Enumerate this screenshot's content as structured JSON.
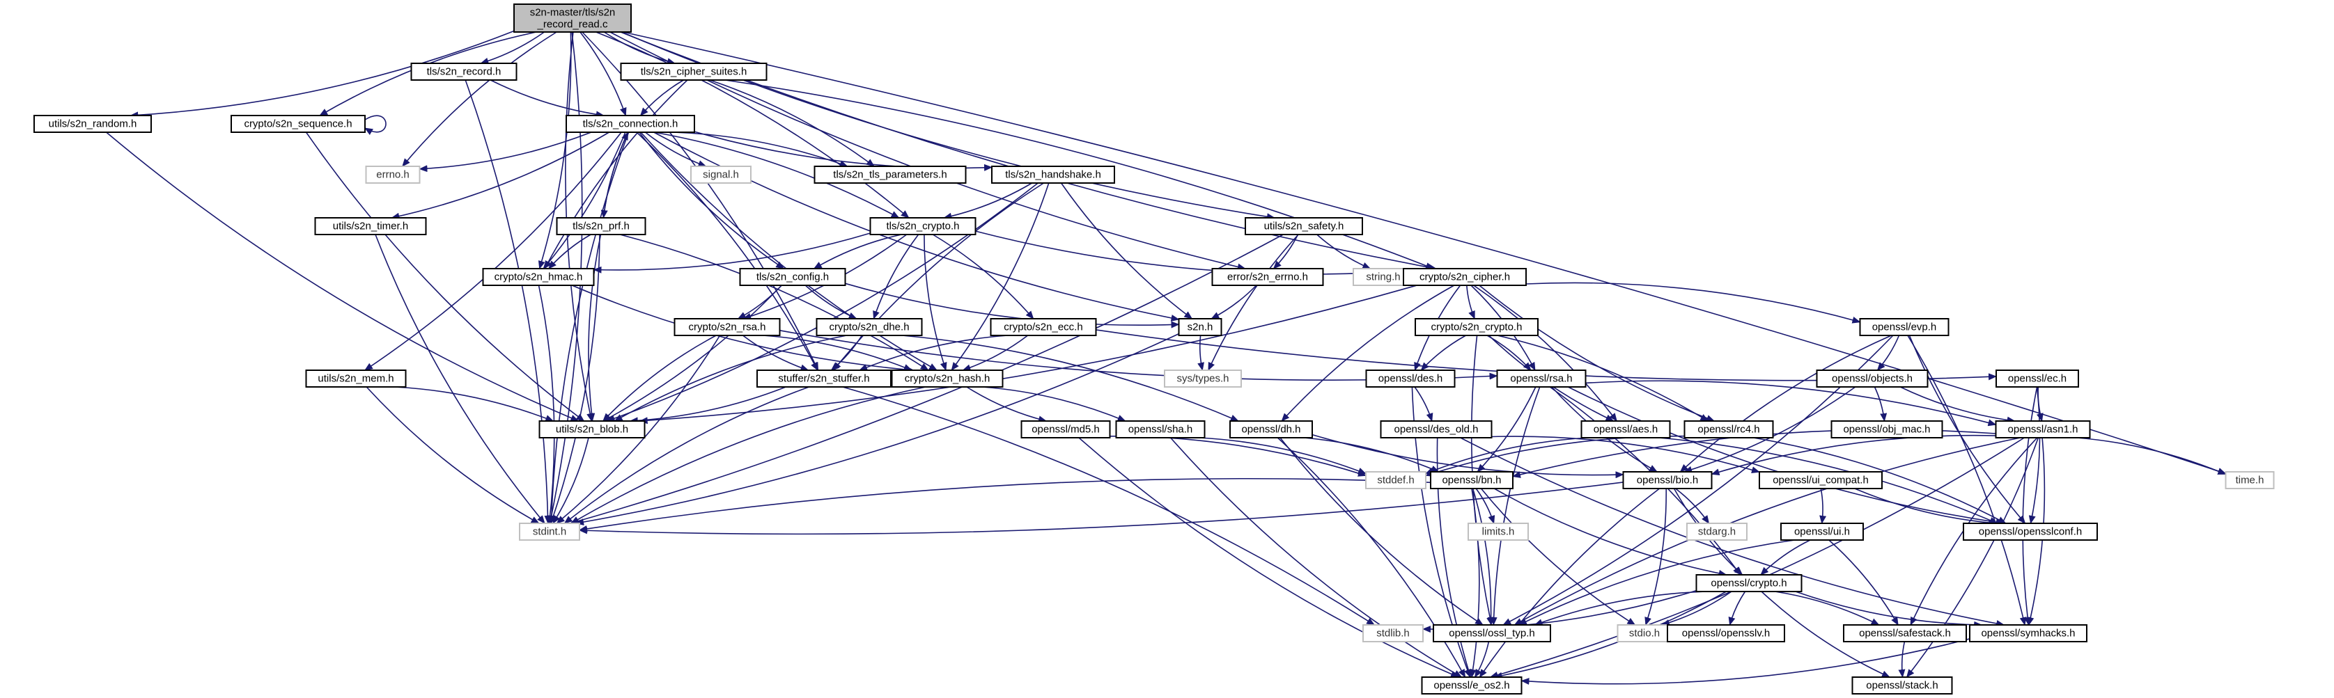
{
  "colors": {
    "edge": "#191970",
    "root_fill": "#bfbfbf",
    "system_border": "#bfbfbf",
    "node_border": "#000000"
  },
  "nodes": [
    {
      "id": "root",
      "lines": [
        "s2n-master/tls/s2n",
        "_record_read.c"
      ],
      "kind": "root"
    },
    {
      "id": "tls_record",
      "lines": [
        "tls/s2n_record.h"
      ],
      "kind": "project"
    },
    {
      "id": "tls_cipher_suites",
      "lines": [
        "tls/s2n_cipher_suites.h"
      ],
      "kind": "project"
    },
    {
      "id": "utils_random",
      "lines": [
        "utils/s2n_random.h"
      ],
      "kind": "project"
    },
    {
      "id": "crypto_sequence",
      "lines": [
        "crypto/s2n_sequence.h"
      ],
      "kind": "project"
    },
    {
      "id": "tls_connection",
      "lines": [
        "tls/s2n_connection.h"
      ],
      "kind": "project"
    },
    {
      "id": "errno",
      "lines": [
        "errno.h"
      ],
      "kind": "system"
    },
    {
      "id": "signal",
      "lines": [
        "signal.h"
      ],
      "kind": "system"
    },
    {
      "id": "tls_parameters",
      "lines": [
        "tls/s2n_tls_parameters.h"
      ],
      "kind": "project"
    },
    {
      "id": "tls_handshake",
      "lines": [
        "tls/s2n_handshake.h"
      ],
      "kind": "project"
    },
    {
      "id": "utils_safety",
      "lines": [
        "utils/s2n_safety.h"
      ],
      "kind": "project"
    },
    {
      "id": "utils_timer",
      "lines": [
        "utils/s2n_timer.h"
      ],
      "kind": "project"
    },
    {
      "id": "tls_prf",
      "lines": [
        "tls/s2n_prf.h"
      ],
      "kind": "project"
    },
    {
      "id": "tls_crypto",
      "lines": [
        "tls/s2n_crypto.h"
      ],
      "kind": "project"
    },
    {
      "id": "string",
      "lines": [
        "string.h"
      ],
      "kind": "system"
    },
    {
      "id": "error_errno",
      "lines": [
        "error/s2n_errno.h"
      ],
      "kind": "project"
    },
    {
      "id": "crypto_cipher",
      "lines": [
        "crypto/s2n_cipher.h"
      ],
      "kind": "project"
    },
    {
      "id": "crypto_hmac",
      "lines": [
        "crypto/s2n_hmac.h"
      ],
      "kind": "project"
    },
    {
      "id": "tls_config",
      "lines": [
        "tls/s2n_config.h"
      ],
      "kind": "project"
    },
    {
      "id": "s2n_h",
      "lines": [
        "s2n.h"
      ],
      "kind": "project"
    },
    {
      "id": "crypto_crypto",
      "lines": [
        "crypto/s2n_crypto.h"
      ],
      "kind": "project"
    },
    {
      "id": "openssl_evp",
      "lines": [
        "openssl/evp.h"
      ],
      "kind": "project"
    },
    {
      "id": "crypto_rsa",
      "lines": [
        "crypto/s2n_rsa.h"
      ],
      "kind": "project"
    },
    {
      "id": "crypto_dhe",
      "lines": [
        "crypto/s2n_dhe.h"
      ],
      "kind": "project"
    },
    {
      "id": "crypto_ecc",
      "lines": [
        "crypto/s2n_ecc.h"
      ],
      "kind": "project"
    },
    {
      "id": "sys_types",
      "lines": [
        "sys/types.h"
      ],
      "kind": "system"
    },
    {
      "id": "openssl_objects",
      "lines": [
        "openssl/objects.h"
      ],
      "kind": "project"
    },
    {
      "id": "openssl_ec",
      "lines": [
        "openssl/ec.h"
      ],
      "kind": "project"
    },
    {
      "id": "utils_mem",
      "lines": [
        "utils/s2n_mem.h"
      ],
      "kind": "project"
    },
    {
      "id": "stuffer",
      "lines": [
        "stuffer/s2n_stuffer.h"
      ],
      "kind": "project"
    },
    {
      "id": "crypto_hash",
      "lines": [
        "crypto/s2n_hash.h"
      ],
      "kind": "project"
    },
    {
      "id": "openssl_des",
      "lines": [
        "openssl/des.h"
      ],
      "kind": "project"
    },
    {
      "id": "openssl_rsa",
      "lines": [
        "openssl/rsa.h"
      ],
      "kind": "project"
    },
    {
      "id": "openssl_obj_mac",
      "lines": [
        "openssl/obj_mac.h"
      ],
      "kind": "project"
    },
    {
      "id": "openssl_asn1",
      "lines": [
        "openssl/asn1.h"
      ],
      "kind": "project"
    },
    {
      "id": "utils_blob",
      "lines": [
        "utils/s2n_blob.h"
      ],
      "kind": "project"
    },
    {
      "id": "openssl_md5",
      "lines": [
        "openssl/md5.h"
      ],
      "kind": "project"
    },
    {
      "id": "openssl_sha",
      "lines": [
        "openssl/sha.h"
      ],
      "kind": "project"
    },
    {
      "id": "openssl_dh",
      "lines": [
        "openssl/dh.h"
      ],
      "kind": "project"
    },
    {
      "id": "openssl_des_old",
      "lines": [
        "openssl/des_old.h"
      ],
      "kind": "project"
    },
    {
      "id": "openssl_aes",
      "lines": [
        "openssl/aes.h"
      ],
      "kind": "project"
    },
    {
      "id": "openssl_rc4",
      "lines": [
        "openssl/rc4.h"
      ],
      "kind": "project"
    },
    {
      "id": "stddef",
      "lines": [
        "stddef.h"
      ],
      "kind": "system"
    },
    {
      "id": "time",
      "lines": [
        "time.h"
      ],
      "kind": "system"
    },
    {
      "id": "openssl_bn",
      "lines": [
        "openssl/bn.h"
      ],
      "kind": "project"
    },
    {
      "id": "openssl_bio",
      "lines": [
        "openssl/bio.h"
      ],
      "kind": "project"
    },
    {
      "id": "openssl_ui_compat",
      "lines": [
        "openssl/ui_compat.h"
      ],
      "kind": "project"
    },
    {
      "id": "stdint",
      "lines": [
        "stdint.h"
      ],
      "kind": "system"
    },
    {
      "id": "limits",
      "lines": [
        "limits.h"
      ],
      "kind": "system"
    },
    {
      "id": "stdarg",
      "lines": [
        "stdarg.h"
      ],
      "kind": "system"
    },
    {
      "id": "openssl_ui",
      "lines": [
        "openssl/ui.h"
      ],
      "kind": "project"
    },
    {
      "id": "openssl_opensslconf",
      "lines": [
        "openssl/opensslconf.h"
      ],
      "kind": "project"
    },
    {
      "id": "openssl_crypto",
      "lines": [
        "openssl/crypto.h"
      ],
      "kind": "project"
    },
    {
      "id": "stdlib",
      "lines": [
        "stdlib.h"
      ],
      "kind": "system"
    },
    {
      "id": "openssl_ossl_typ",
      "lines": [
        "openssl/ossl_typ.h"
      ],
      "kind": "project"
    },
    {
      "id": "stdio",
      "lines": [
        "stdio.h"
      ],
      "kind": "system"
    },
    {
      "id": "openssl_opensslv",
      "lines": [
        "openssl/opensslv.h"
      ],
      "kind": "project"
    },
    {
      "id": "openssl_safestack",
      "lines": [
        "openssl/safestack.h"
      ],
      "kind": "project"
    },
    {
      "id": "openssl_symhacks",
      "lines": [
        "openssl/symhacks.h"
      ],
      "kind": "project"
    },
    {
      "id": "openssl_e_os2",
      "lines": [
        "openssl/e_os2.h"
      ],
      "kind": "project"
    },
    {
      "id": "openssl_stack",
      "lines": [
        "openssl/stack.h"
      ],
      "kind": "project"
    }
  ],
  "edges": [
    [
      "root",
      "tls_record"
    ],
    [
      "root",
      "tls_cipher_suites"
    ],
    [
      "root",
      "utils_random"
    ],
    [
      "root",
      "crypto_sequence"
    ],
    [
      "root",
      "tls_connection"
    ],
    [
      "root",
      "errno"
    ],
    [
      "root",
      "stdint"
    ],
    [
      "root",
      "utils_safety"
    ],
    [
      "root",
      "time"
    ],
    [
      "root",
      "crypto_cipher"
    ],
    [
      "root",
      "crypto_hmac"
    ],
    [
      "root",
      "utils_blob"
    ],
    [
      "root",
      "stuffer"
    ],
    [
      "root",
      "error_errno"
    ],
    [
      "root",
      "tls_crypto"
    ],
    [
      "tls_record",
      "tls_connection"
    ],
    [
      "tls_record",
      "stdint"
    ],
    [
      "tls_cipher_suites",
      "tls_connection"
    ],
    [
      "tls_cipher_suites",
      "crypto_cipher"
    ],
    [
      "tls_cipher_suites",
      "crypto_hmac"
    ],
    [
      "tls_cipher_suites",
      "tls_parameters"
    ],
    [
      "utils_random",
      "utils_blob"
    ],
    [
      "crypto_sequence",
      "crypto_sequence"
    ],
    [
      "crypto_sequence",
      "utils_blob"
    ],
    [
      "tls_connection",
      "errno"
    ],
    [
      "tls_connection",
      "signal"
    ],
    [
      "tls_connection",
      "tls_parameters"
    ],
    [
      "tls_connection",
      "tls_handshake"
    ],
    [
      "tls_connection",
      "utils_timer"
    ],
    [
      "tls_connection",
      "tls_prf"
    ],
    [
      "tls_connection",
      "tls_crypto"
    ],
    [
      "tls_connection",
      "tls_config"
    ],
    [
      "tls_connection",
      "crypto_hmac"
    ],
    [
      "tls_connection",
      "s2n_h"
    ],
    [
      "tls_connection",
      "stuffer"
    ],
    [
      "tls_connection",
      "crypto_hash"
    ],
    [
      "tls_connection",
      "utils_mem"
    ],
    [
      "tls_connection",
      "stdint"
    ],
    [
      "tls_handshake",
      "tls_crypto"
    ],
    [
      "tls_handshake",
      "stuffer"
    ],
    [
      "tls_handshake",
      "crypto_hash"
    ],
    [
      "tls_handshake",
      "s2n_h"
    ],
    [
      "tls_handshake",
      "utils_blob"
    ],
    [
      "utils_safety",
      "string"
    ],
    [
      "utils_safety",
      "error_errno"
    ],
    [
      "utils_safety",
      "sys_types"
    ],
    [
      "utils_safety",
      "stdint"
    ],
    [
      "utils_timer",
      "stdint"
    ],
    [
      "tls_prf",
      "tls_connection"
    ],
    [
      "tls_prf",
      "crypto_hmac"
    ],
    [
      "tls_prf",
      "crypto_hash"
    ],
    [
      "tls_prf",
      "utils_blob"
    ],
    [
      "tls_prf",
      "stdint"
    ],
    [
      "tls_crypto",
      "crypto_cipher"
    ],
    [
      "tls_crypto",
      "crypto_hmac"
    ],
    [
      "tls_crypto",
      "tls_config"
    ],
    [
      "tls_crypto",
      "crypto_rsa"
    ],
    [
      "tls_crypto",
      "crypto_dhe"
    ],
    [
      "tls_crypto",
      "crypto_ecc"
    ],
    [
      "tls_crypto",
      "crypto_hash"
    ],
    [
      "error_errno",
      "s2n_h"
    ],
    [
      "crypto_cipher",
      "crypto_crypto"
    ],
    [
      "crypto_cipher",
      "openssl_evp"
    ],
    [
      "crypto_cipher",
      "openssl_des"
    ],
    [
      "crypto_cipher",
      "openssl_rsa"
    ],
    [
      "crypto_cipher",
      "openssl_dh"
    ],
    [
      "crypto_cipher",
      "openssl_aes"
    ],
    [
      "crypto_cipher",
      "openssl_rc4"
    ],
    [
      "crypto_cipher",
      "utils_blob"
    ],
    [
      "crypto_hmac",
      "crypto_hash"
    ],
    [
      "crypto_hmac",
      "stdint"
    ],
    [
      "tls_config",
      "s2n_h"
    ],
    [
      "tls_config",
      "crypto_rsa"
    ],
    [
      "tls_config",
      "crypto_dhe"
    ],
    [
      "tls_config",
      "utils_blob"
    ],
    [
      "s2n_h",
      "sys_types"
    ],
    [
      "s2n_h",
      "stdint"
    ],
    [
      "crypto_crypto",
      "openssl_des"
    ],
    [
      "crypto_crypto",
      "openssl_rsa"
    ],
    [
      "crypto_crypto",
      "openssl_aes"
    ],
    [
      "crypto_crypto",
      "openssl_rc4"
    ],
    [
      "crypto_crypto",
      "openssl_ossl_typ"
    ],
    [
      "openssl_evp",
      "openssl_objects"
    ],
    [
      "openssl_evp",
      "openssl_opensslconf"
    ],
    [
      "openssl_evp",
      "openssl_symhacks"
    ],
    [
      "openssl_evp",
      "openssl_bio"
    ],
    [
      "openssl_evp",
      "openssl_ossl_typ"
    ],
    [
      "crypto_rsa",
      "stuffer"
    ],
    [
      "crypto_rsa",
      "crypto_hash"
    ],
    [
      "crypto_rsa",
      "utils_blob"
    ],
    [
      "crypto_rsa",
      "stdint"
    ],
    [
      "crypto_rsa",
      "openssl_rsa"
    ],
    [
      "crypto_dhe",
      "stuffer"
    ],
    [
      "crypto_dhe",
      "utils_blob"
    ],
    [
      "crypto_dhe",
      "openssl_dh"
    ],
    [
      "crypto_ecc",
      "stuffer"
    ],
    [
      "crypto_ecc",
      "crypto_hash"
    ],
    [
      "crypto_ecc",
      "openssl_ec"
    ],
    [
      "openssl_objects",
      "openssl_obj_mac"
    ],
    [
      "openssl_objects",
      "openssl_asn1"
    ],
    [
      "openssl_objects",
      "openssl_bio"
    ],
    [
      "openssl_ec",
      "openssl_asn1"
    ],
    [
      "openssl_ec",
      "openssl_opensslconf"
    ],
    [
      "openssl_ec",
      "openssl_symhacks"
    ],
    [
      "utils_mem",
      "utils_blob"
    ],
    [
      "utils_mem",
      "stdint"
    ],
    [
      "stuffer",
      "utils_blob"
    ],
    [
      "stuffer",
      "stdint"
    ],
    [
      "stuffer",
      "stdlib"
    ],
    [
      "crypto_hash",
      "openssl_md5"
    ],
    [
      "crypto_hash",
      "openssl_sha"
    ],
    [
      "crypto_hash",
      "stdint"
    ],
    [
      "openssl_des",
      "openssl_des_old"
    ],
    [
      "openssl_des",
      "openssl_e_os2"
    ],
    [
      "openssl_rsa",
      "openssl_asn1"
    ],
    [
      "openssl_rsa",
      "openssl_bio"
    ],
    [
      "openssl_rsa",
      "openssl_crypto"
    ],
    [
      "openssl_rsa",
      "openssl_ossl_typ"
    ],
    [
      "openssl_rsa",
      "openssl_bn"
    ],
    [
      "openssl_rsa",
      "openssl_opensslconf"
    ],
    [
      "openssl_asn1",
      "time"
    ],
    [
      "openssl_asn1",
      "openssl_bio"
    ],
    [
      "openssl_asn1",
      "openssl_stack"
    ],
    [
      "openssl_asn1",
      "openssl_safestack"
    ],
    [
      "openssl_asn1",
      "openssl_symhacks"
    ],
    [
      "openssl_asn1",
      "openssl_bn"
    ],
    [
      "openssl_asn1",
      "openssl_e_os2"
    ],
    [
      "openssl_asn1",
      "openssl_ossl_typ"
    ],
    [
      "utils_blob",
      "stdint"
    ],
    [
      "openssl_md5",
      "openssl_e_os2"
    ],
    [
      "openssl_md5",
      "stddef"
    ],
    [
      "openssl_sha",
      "openssl_e_os2"
    ],
    [
      "openssl_sha",
      "stddef"
    ],
    [
      "openssl_dh",
      "openssl_bio"
    ],
    [
      "openssl_dh",
      "openssl_bn"
    ],
    [
      "openssl_dh",
      "openssl_ossl_typ"
    ],
    [
      "openssl_dh",
      "openssl_e_os2"
    ],
    [
      "openssl_des_old",
      "openssl_e_os2"
    ],
    [
      "openssl_des_old",
      "openssl_ui_compat"
    ],
    [
      "openssl_des_old",
      "openssl_symhacks"
    ],
    [
      "openssl_aes",
      "openssl_opensslconf"
    ],
    [
      "openssl_aes",
      "stddef"
    ],
    [
      "openssl_rc4",
      "openssl_opensslconf"
    ],
    [
      "openssl_rc4",
      "stddef"
    ],
    [
      "openssl_bn",
      "limits"
    ],
    [
      "openssl_bn",
      "stdio"
    ],
    [
      "openssl_bn",
      "openssl_ossl_typ"
    ],
    [
      "openssl_bn",
      "openssl_crypto"
    ],
    [
      "openssl_bn",
      "openssl_e_os2"
    ],
    [
      "openssl_bn",
      "stdint"
    ],
    [
      "openssl_bio",
      "stdarg"
    ],
    [
      "openssl_bio",
      "openssl_crypto"
    ],
    [
      "openssl_bio",
      "stdio"
    ],
    [
      "openssl_bio",
      "openssl_e_os2"
    ],
    [
      "openssl_bio",
      "stdint"
    ],
    [
      "openssl_ui_compat",
      "openssl_opensslconf"
    ],
    [
      "openssl_ui_compat",
      "openssl_ui"
    ],
    [
      "openssl_ui",
      "openssl_crypto"
    ],
    [
      "openssl_ui",
      "openssl_safestack"
    ],
    [
      "openssl_ui",
      "openssl_ossl_typ"
    ],
    [
      "openssl_crypto",
      "stdlib"
    ],
    [
      "openssl_crypto",
      "openssl_ossl_typ"
    ],
    [
      "openssl_crypto",
      "stdio"
    ],
    [
      "openssl_crypto",
      "openssl_opensslv"
    ],
    [
      "openssl_crypto",
      "openssl_safestack"
    ],
    [
      "openssl_crypto",
      "openssl_symhacks"
    ],
    [
      "openssl_crypto",
      "openssl_e_os2"
    ],
    [
      "openssl_crypto",
      "openssl_stack"
    ],
    [
      "openssl_ossl_typ",
      "openssl_e_os2"
    ],
    [
      "openssl_safestack",
      "openssl_stack"
    ],
    [
      "openssl_symhacks",
      "openssl_e_os2"
    ]
  ]
}
